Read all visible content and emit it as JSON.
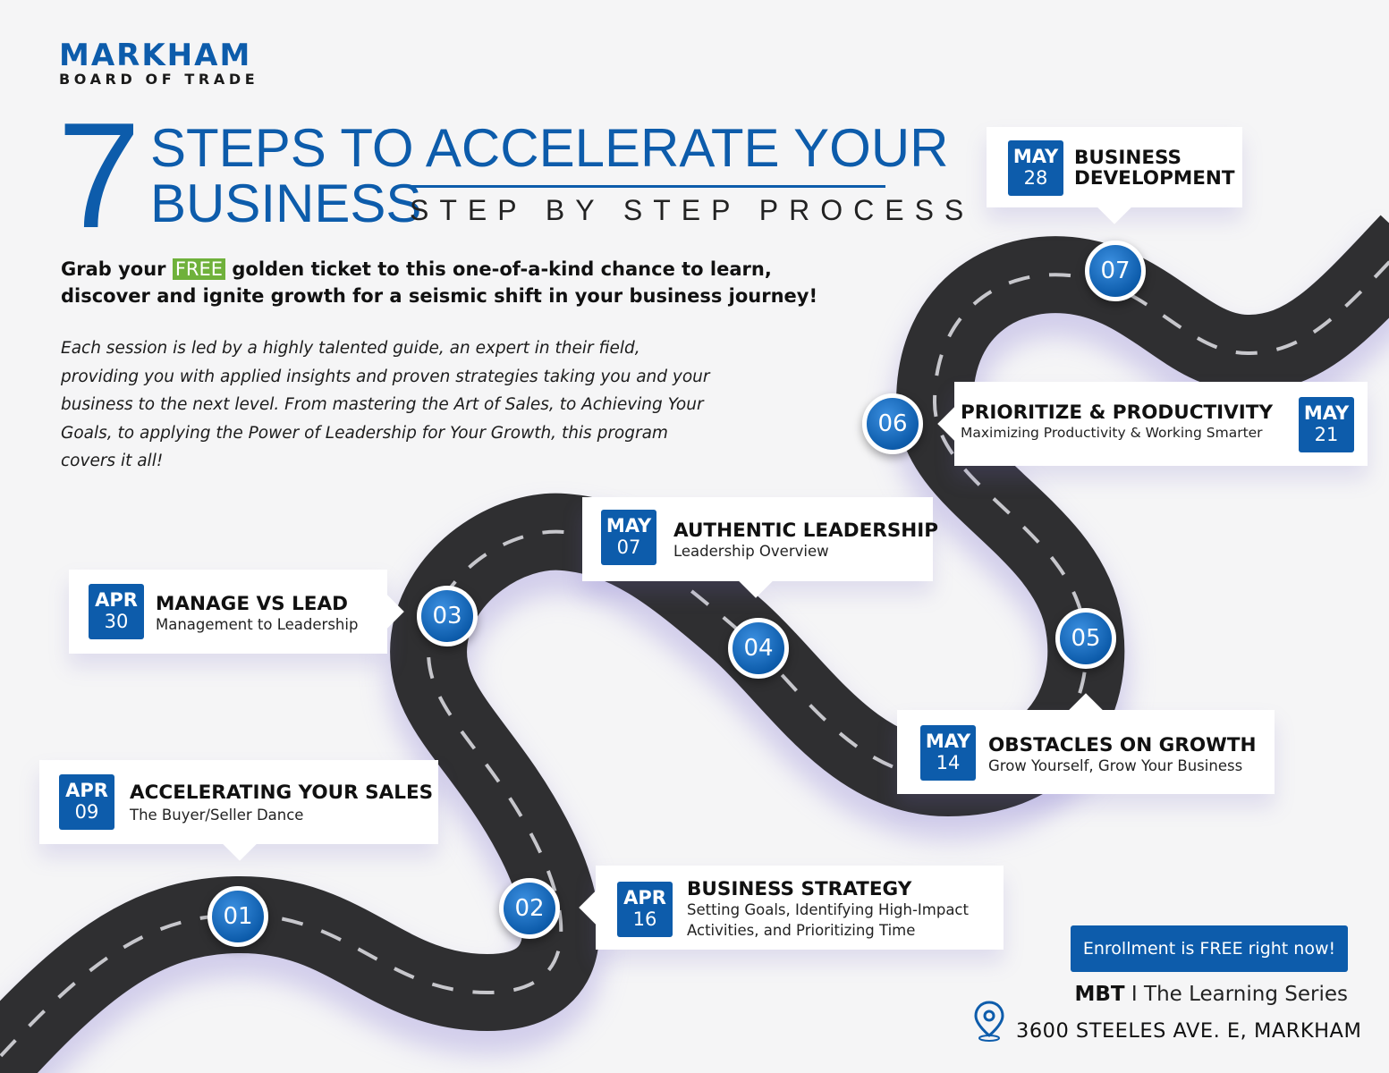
{
  "logo": {
    "main": "MARKHAM",
    "sub": "BOARD OF TRADE"
  },
  "header": {
    "number": "7",
    "title_line1": "STEPS TO ACCELERATE YOUR",
    "title_line2": "BUSINESS",
    "subtitle": "STEP BY STEP PROCESS"
  },
  "intro": {
    "part1": "Grab your",
    "free": "FREE",
    "part2": "golden ticket to this one-of-a-kind chance to learn, discover and ignite growth for a seismic shift in your business journey!"
  },
  "description": "Each session is led by a highly talented guide, an expert in their field, providing you with applied insights and proven strategies taking you and your business to the next level. From mastering the Art of Sales, to Achieving Your Goals, to applying the Power of Leadership for Your Growth, this program covers it all!",
  "colors": {
    "brand": "#0d5cab",
    "free_highlight": "#6fb13b",
    "road": "#2f2f31",
    "background": "#f5f5f6"
  },
  "steps": [
    {
      "number": "01",
      "month": "APR",
      "day": "09",
      "title": "ACCELERATING YOUR SALES",
      "subtitle": "The Buyer/Seller Dance"
    },
    {
      "number": "02",
      "month": "APR",
      "day": "16",
      "title": "BUSINESS STRATEGY",
      "subtitle": "Setting Goals, Identifying High-Impact",
      "subtitle2": "Activities, and Prioritizing Time"
    },
    {
      "number": "03",
      "month": "APR",
      "day": "30",
      "title": "MANAGE VS LEAD",
      "subtitle": "Management to Leadership"
    },
    {
      "number": "04",
      "month": "MAY",
      "day": "07",
      "title": "AUTHENTIC LEADERSHIP",
      "subtitle": "Leadership Overview"
    },
    {
      "number": "05",
      "month": "MAY",
      "day": "14",
      "title": "OBSTACLES ON GROWTH",
      "subtitle": "Grow Yourself, Grow Your Business"
    },
    {
      "number": "06",
      "month": "MAY",
      "day": "21",
      "title": "PRIORITIZE & PRODUCTIVITY",
      "subtitle": "Maximizing Productivity & Working Smarter"
    },
    {
      "number": "07",
      "month": "MAY",
      "day": "28",
      "title": "BUSINESS",
      "title2": "DEVELOPMENT"
    }
  ],
  "footer": {
    "enroll_label": "Enrollment is FREE right now!",
    "org": "MBT",
    "separator": "I",
    "series": "The Learning Series",
    "address": "3600 STEELES AVE. E, MARKHAM",
    "location_icon": "location-pin-icon"
  }
}
